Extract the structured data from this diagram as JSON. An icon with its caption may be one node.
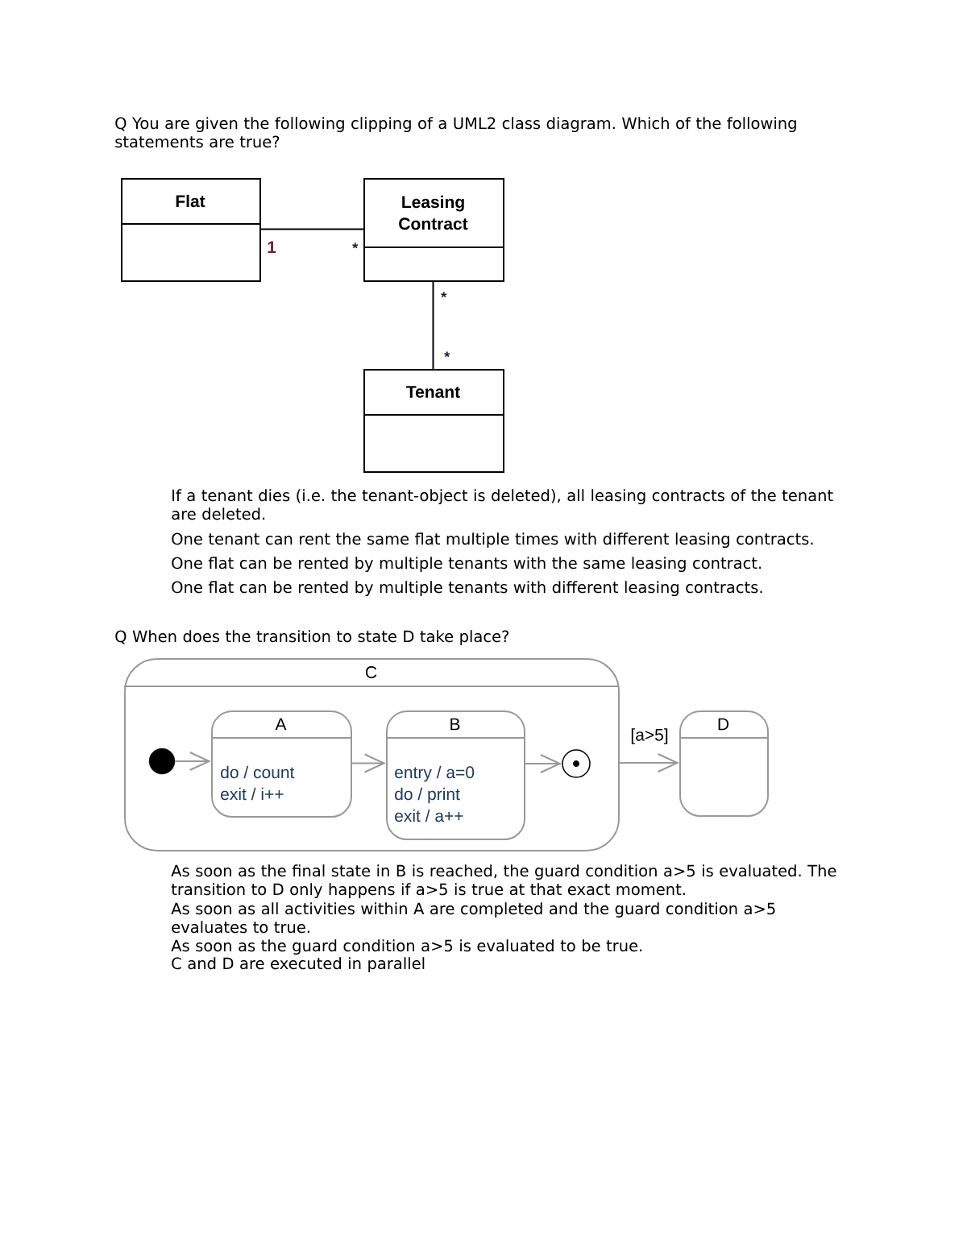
{
  "diagram": {
    "nodes": [
      {
        "text": [
          "Flat"
        ]
      },
      {
        "text": [
          "Leasing Contract"
        ]
      },
      {
        "text": [
          "Tenant"
        ]
      },
      {
        "text": [
          "C"
        ]
      },
      {
        "text": [],
        "shape": "circle",
        "in": 3
      },
      {
        "text": [
          "A",
          "do / count",
          "exit / i++"
        ],
        "in": 3
      },
      {
        "text": [
          "B",
          "entry / a=0",
          "do / print",
          "exit / a++"
        ],
        "in": 3
      },
      {
        "text": [],
        "shape": "circle",
        "in": 3
      },
      {
        "text": [
          "D"
        ]
      }
    ],
    "edges": [
      {
        "from": 0,
        "to": 1,
        "arrow": "none",
        "color": "#000000"
      },
      {
        "from": 1,
        "to": 2,
        "arrow": "none",
        "color": "#000000"
      },
      {
        "from": 4,
        "to": 5,
        "arrow": "to"
      },
      {
        "from": 5,
        "to": 6,
        "arrow": "to"
      },
      {
        "from": 6,
        "to": 7,
        "arrow": "to"
      },
      {
        "from": 3,
        "to": 8,
        "arrow": "to",
        "label": "[a>5]"
      }
    ],
    "labels": [
      "Q You are given the following clipping of a UML2 class diagram. Which of the following statements are true?",
      "1",
      "*",
      "*",
      "*",
      "If a tenant dies (i.e. the tenant-object is deleted), all leasing contracts of the tenant are deleted.",
      "One tenant can rent the same flat multiple times with different leasing contracts.",
      "One flat can be rented by multiple tenants with the same leasing contract.",
      "One flat can be rented by multiple tenants with different leasing contracts.",
      "Q When does the transition to state D take place?",
      "As soon as the final state in B is reached, the guard condition a>5 is evaluated. The transition to D only happens if a>5 is true at that exact moment.",
      "As soon as all activities within A are completed and the guard condition a>5 evaluates to true.",
      "As soon as the guard condition a>5 is evaluated to be true.",
      "C and D are executed in parallel"
    ]
  }
}
